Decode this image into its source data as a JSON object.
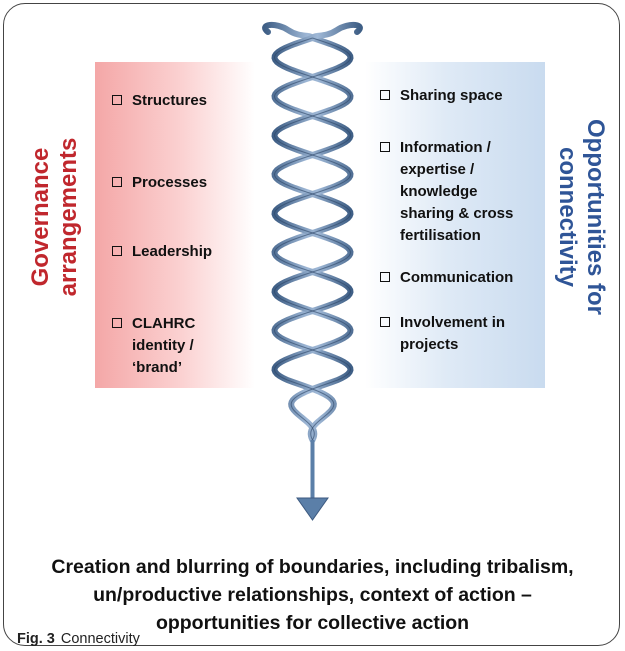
{
  "left_title_lines": [
    "Governance",
    "arrangements"
  ],
  "right_title_lines": [
    "Opportunities for",
    "connectivity"
  ],
  "left_items": [
    "Structures",
    "Processes",
    "Leadership",
    "CLAHRC\nidentity /\n‘brand’"
  ],
  "right_items": [
    "Sharing space",
    "Information /\nexpertise /\nknowledge\nsharing & cross\nfertilisation",
    "Communication",
    "Involvement in\nprojects"
  ],
  "caption_lines": [
    "Creation and blurring of boundaries, including tribalism,",
    "un/productive relationships, context of action –",
    "opportunities for collective action"
  ],
  "figure": {
    "label": "Fig. 3",
    "title": "Connectivity"
  },
  "colors": {
    "left_title": "#c0272d",
    "right_title": "#2f5597",
    "helix": "#5b7fa8"
  }
}
